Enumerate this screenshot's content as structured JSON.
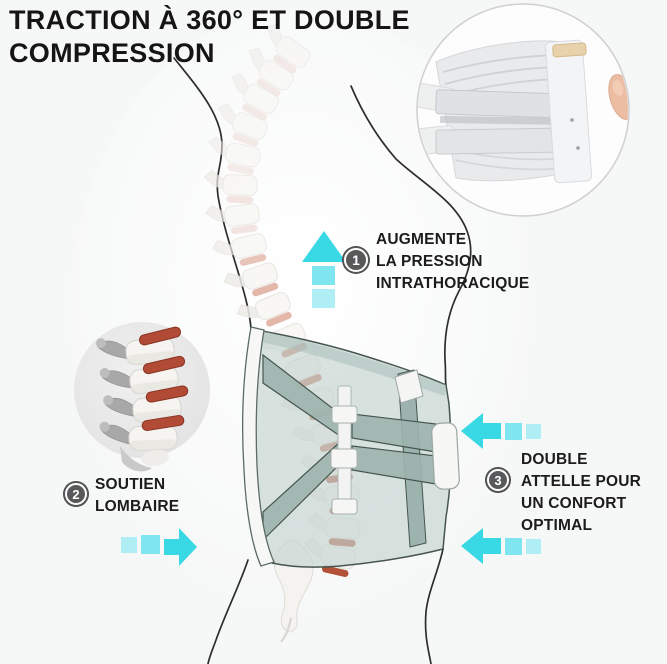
{
  "title": "TRACTION À 360° ET DOUBLE\nCOMPRESSION",
  "annotations": [
    {
      "number": "1",
      "text": "AUGMENTE\nLA PRESSION\nINTRATHORACIQUE",
      "icon": "up-arrow"
    },
    {
      "number": "2",
      "text": "SOUTIEN\nLOMBAIRE",
      "icon": "right-arrow"
    },
    {
      "number": "3",
      "text": "DOUBLE\nATTELLE POUR\nUN CONFORT\nOPTIMAL",
      "icon": "left-arrows"
    }
  ],
  "insets": [
    {
      "name": "product-photo-circle"
    },
    {
      "name": "lumbar-vertebrae-circle"
    }
  ],
  "colors": {
    "accent_cyan": "#3DD9E4",
    "accent_cyan_mid": "#7FE6EF",
    "accent_cyan_light": "#AEEEF4",
    "badge_gray": "#58595B",
    "disc_red": "#B14B36",
    "brace_teal": "#9DB4AE",
    "text": "#1C1C1E",
    "background": "#F6F7F7"
  }
}
